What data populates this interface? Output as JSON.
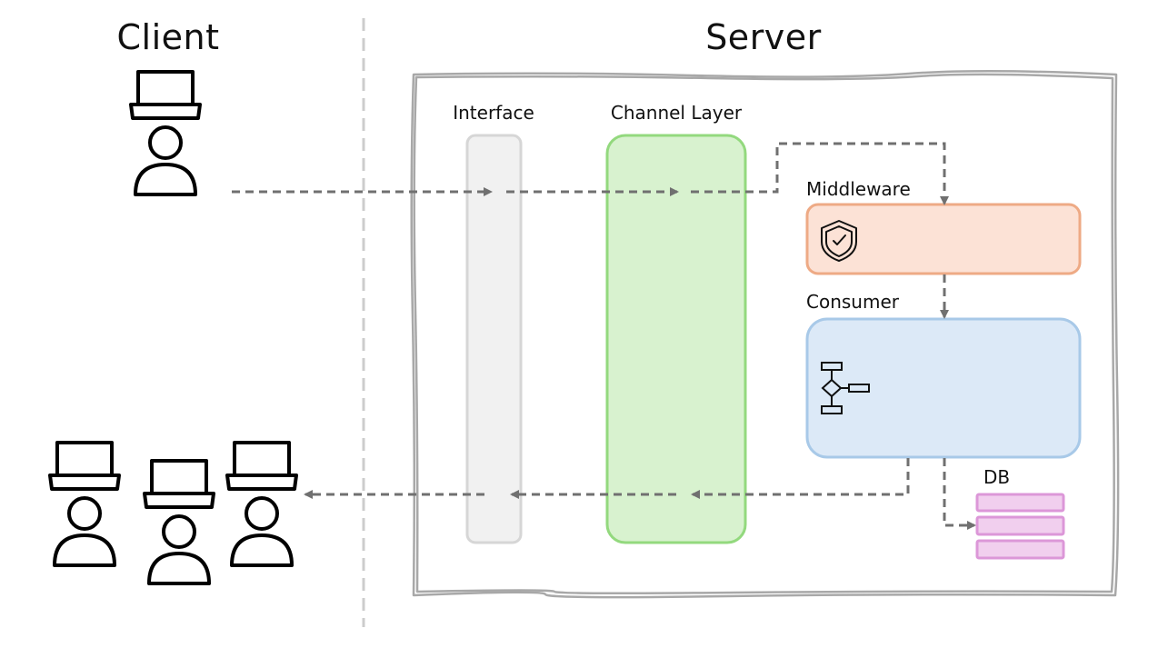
{
  "headings": {
    "client": "Client",
    "server": "Server"
  },
  "components": {
    "interface": "Interface",
    "channel_layer": "Channel Layer",
    "middleware": "Middleware",
    "consumer": "Consumer",
    "db": "DB"
  },
  "colors": {
    "interface_fill": "#f1f1f1",
    "interface_stroke": "#d6d6d6",
    "channel_fill": "#d8f2cf",
    "channel_stroke": "#93d97e",
    "middleware_fill": "#fce2d6",
    "middleware_stroke": "#eeaa85",
    "consumer_fill": "#dce9f7",
    "consumer_stroke": "#a8c9e8",
    "db_fill": "#f1cfee",
    "db_stroke": "#dc97d8",
    "flow": "#707070",
    "server_frame": "#a8a8a8",
    "divider": "#cccccc"
  },
  "icons": {
    "middleware": "shield-check-icon",
    "consumer": "flowchart-icon",
    "client": "user-laptop-icon",
    "db": "database-stack-icon"
  }
}
